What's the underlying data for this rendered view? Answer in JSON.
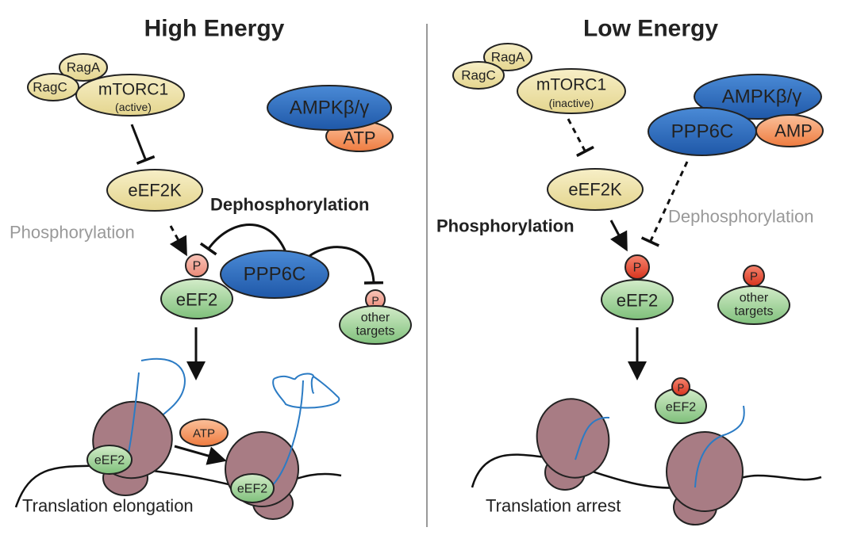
{
  "colors": {
    "mtor_yellow": "#efe3a6",
    "ampk_blue": "#2f6fbf",
    "atp_orange": "#f2925a",
    "eef2_green": "#9fd39a",
    "p_pink": "#f2a193",
    "p_red": "#e8452d",
    "ribosome": "#a87c84",
    "peptide": "#2b7bc4",
    "grey_text": "#999999"
  },
  "high_energy": {
    "title": "High Energy",
    "raga": "RagA",
    "ragc": "RagC",
    "mtorc1": "mTORC1",
    "mtorc1_state": "(active)",
    "ampk": "AMPKβ/γ",
    "atp": "ATP",
    "eef2k": "eEF2K",
    "dephosphorylation": "Dephosphorylation",
    "phosphorylation": "Phosphorylation",
    "p": "P",
    "eef2": "eEF2",
    "ppp6c": "PPP6C",
    "other_targets_1": "other",
    "other_targets_2": "targets",
    "ribosome_eef2_1": "eEF2",
    "ribosome_eef2_2": "eEF2",
    "atp_small": "ATP",
    "caption": "Translation elongation"
  },
  "low_energy": {
    "title": "Low Energy",
    "raga": "RagA",
    "ragc": "RagC",
    "mtorc1": "mTORC1",
    "mtorc1_state": "(inactive)",
    "ampk": "AMPKβ/γ",
    "ppp6c": "PPP6C",
    "amp": "AMP",
    "eef2k": "eEF2K",
    "phosphorylation": "Phosphorylation",
    "dephosphorylation": "Dephosphorylation",
    "p": "P",
    "eef2": "eEF2",
    "other_p": "P",
    "other_targets_1": "other",
    "other_targets_2": "targets",
    "free_p": "P",
    "free_eef2": "eEF2",
    "caption": "Translation arrest"
  }
}
